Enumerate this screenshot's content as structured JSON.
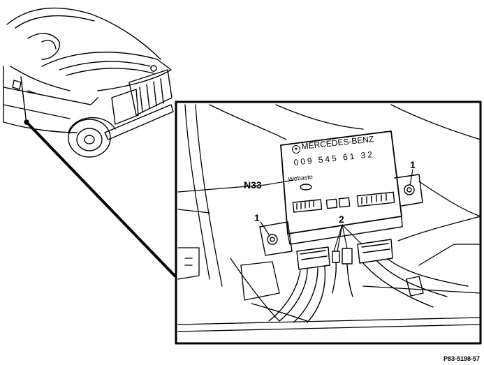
{
  "callouts": {
    "control_unit": "N33",
    "mount_left": "1",
    "mount_right": "1",
    "connectors": "2"
  },
  "unit_label": {
    "brand": "MERCEDES-BENZ",
    "part_number": "009 545 61 32",
    "subtitle": "Webasto"
  },
  "figure_id": "P83-5198-57"
}
